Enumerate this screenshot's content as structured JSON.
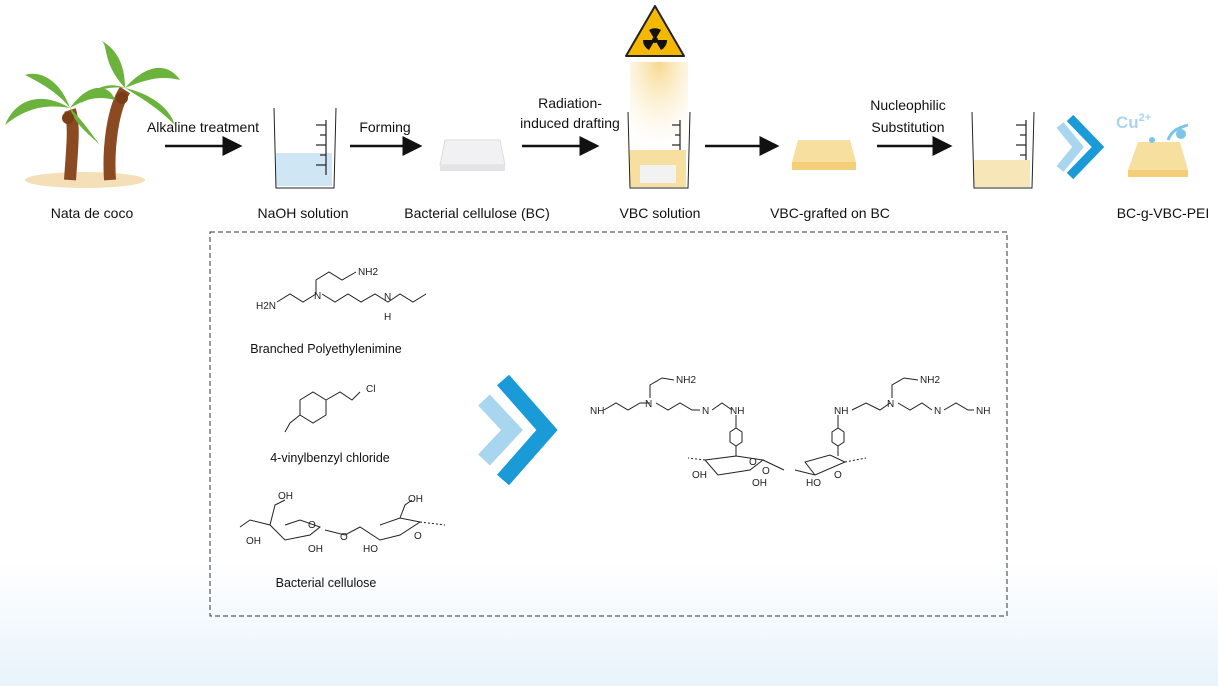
{
  "steps": [
    {
      "label": "Nata de coco",
      "icon": "palm-trees-icon"
    },
    {
      "label": "NaOH solution",
      "icon": "beaker-icon"
    },
    {
      "label": "Bacterial cellulose (BC)",
      "icon": "cellulose-sheet-icon"
    },
    {
      "label": "VBC solution",
      "icon": "beaker-irradiated-icon"
    },
    {
      "label": "VBC-grafted on BC",
      "icon": "grafted-sheet-icon"
    },
    {
      "label": "BC-g-VBC-PEI",
      "icon": "adsorbent-sheet-icon"
    }
  ],
  "arrows": [
    {
      "line1": "Alkaline treatment"
    },
    {
      "line1": "Forming"
    },
    {
      "line1": "Radiation-",
      "line2": "induced drafting"
    },
    {
      "line1": ""
    },
    {
      "line1": "Nucleophilic",
      "line2": "Substitution"
    }
  ],
  "ion": {
    "base": "Cu",
    "charge": "2+"
  },
  "reagents": [
    {
      "name": "Branched Polyethylenimine"
    },
    {
      "name": "4-vinylbenzyl chloride"
    },
    {
      "name": "Bacterial cellulose"
    }
  ],
  "atoms": {
    "nh2": "NH2",
    "h2n": "H2N",
    "n": "N",
    "h": "H",
    "nh": "NH",
    "cl": "Cl",
    "oh": "OH",
    "ho": "HO",
    "o": "O"
  },
  "colors": {
    "accent_blue": "#1a9ad6",
    "light_blue": "#a9d6ef",
    "sheet_yellow": "#f7dfa0",
    "hazard_yellow": "#f5b800"
  }
}
